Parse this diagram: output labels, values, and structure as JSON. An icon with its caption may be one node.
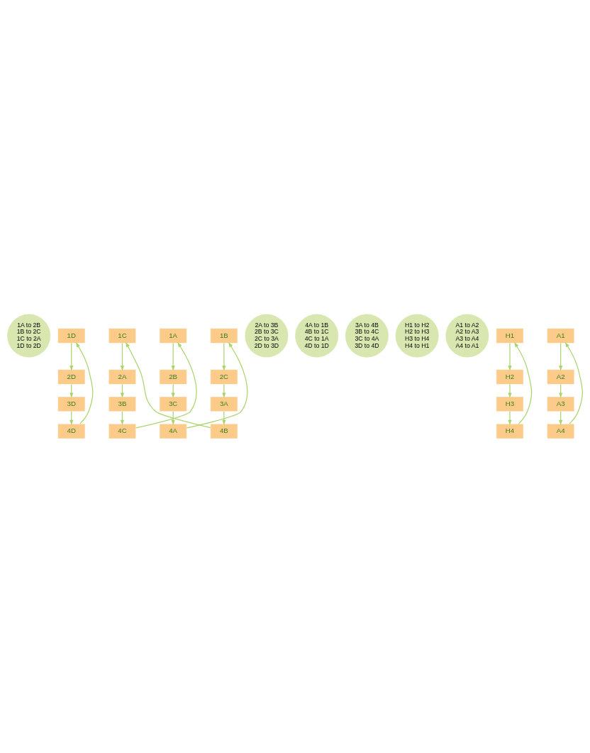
{
  "diagram": {
    "nodes": [
      {
        "text": [
          "1A to 2B",
          "1B to 2C",
          "1C to 2A",
          "1D to 2D"
        ]
      },
      {
        "text": [
          "2D"
        ]
      },
      {
        "text": [
          "2C"
        ]
      },
      {
        "text": [
          "2B"
        ]
      },
      {
        "text": [
          "2A"
        ]
      },
      {
        "text": [
          "1D"
        ]
      },
      {
        "text": [
          "1C"
        ]
      },
      {
        "text": [
          "1B"
        ]
      },
      {
        "text": [
          "1A"
        ]
      },
      {
        "text": [
          "2A to 3B",
          "2B to 3C",
          "2C to 3A",
          "2D to 3D"
        ]
      },
      {
        "text": [
          "4A to 1B",
          "4B to 1C",
          "4C to 1A",
          "4D to 1D"
        ]
      },
      {
        "text": [
          "3D"
        ]
      },
      {
        "text": [
          "3C"
        ]
      },
      {
        "text": [
          "3B"
        ]
      },
      {
        "text": [
          "3A"
        ]
      },
      {
        "text": [
          "4D"
        ]
      },
      {
        "text": [
          "4C"
        ]
      },
      {
        "text": [
          "4B"
        ]
      },
      {
        "text": [
          "4A"
        ]
      },
      {
        "text": [
          "3A to 4B",
          "3B to 4C",
          "3C to 4A",
          "3D to 4D"
        ]
      },
      {
        "text": [
          "H1 to H2",
          "H2 to H3",
          "H3 to H4",
          "H4 to H1"
        ]
      },
      {
        "text": [
          "A1 to A2",
          "A2 to A3",
          "A3 to A4",
          "A4 to A1"
        ]
      },
      {
        "text": [
          "H1"
        ]
      },
      {
        "text": [
          "H2"
        ]
      },
      {
        "text": [
          "H3"
        ]
      },
      {
        "text": [
          "H4"
        ]
      },
      {
        "text": [
          "A1"
        ]
      },
      {
        "text": [
          "A2"
        ]
      },
      {
        "text": [
          "A3"
        ]
      },
      {
        "text": [
          "A4"
        ]
      }
    ],
    "edges": [
      {
        "from": 5,
        "to": 1,
        "arrow": "to"
      },
      {
        "from": 6,
        "to": 4,
        "arrow": "to"
      },
      {
        "from": 7,
        "to": 2,
        "arrow": "to"
      },
      {
        "from": 8,
        "to": 3,
        "arrow": "to"
      },
      {
        "from": 1,
        "to": 11,
        "arrow": "to"
      },
      {
        "from": 2,
        "to": 14,
        "arrow": "to"
      },
      {
        "from": 3,
        "to": 12,
        "arrow": "to"
      },
      {
        "from": 4,
        "to": 13,
        "arrow": "to"
      },
      {
        "from": 11,
        "to": 15,
        "arrow": "to"
      },
      {
        "from": 12,
        "to": 18,
        "arrow": "to"
      },
      {
        "from": 13,
        "to": 16,
        "arrow": "to"
      },
      {
        "from": 14,
        "to": 17,
        "arrow": "to"
      },
      {
        "from": 15,
        "to": 5,
        "arrow": "to"
      },
      {
        "from": 16,
        "to": 8,
        "arrow": "to"
      },
      {
        "from": 17,
        "to": 6,
        "arrow": "to"
      },
      {
        "from": 18,
        "to": 7,
        "arrow": "to"
      },
      {
        "from": 22,
        "to": 23,
        "arrow": "to"
      },
      {
        "from": 23,
        "to": 24,
        "arrow": "to"
      },
      {
        "from": 24,
        "to": 25,
        "arrow": "to"
      },
      {
        "from": 25,
        "to": 22,
        "arrow": "to"
      },
      {
        "from": 26,
        "to": 27,
        "arrow": "to"
      },
      {
        "from": 27,
        "to": 28,
        "arrow": "to"
      },
      {
        "from": 28,
        "to": 29,
        "arrow": "to"
      },
      {
        "from": 29,
        "to": 26,
        "arrow": "to"
      }
    ]
  }
}
